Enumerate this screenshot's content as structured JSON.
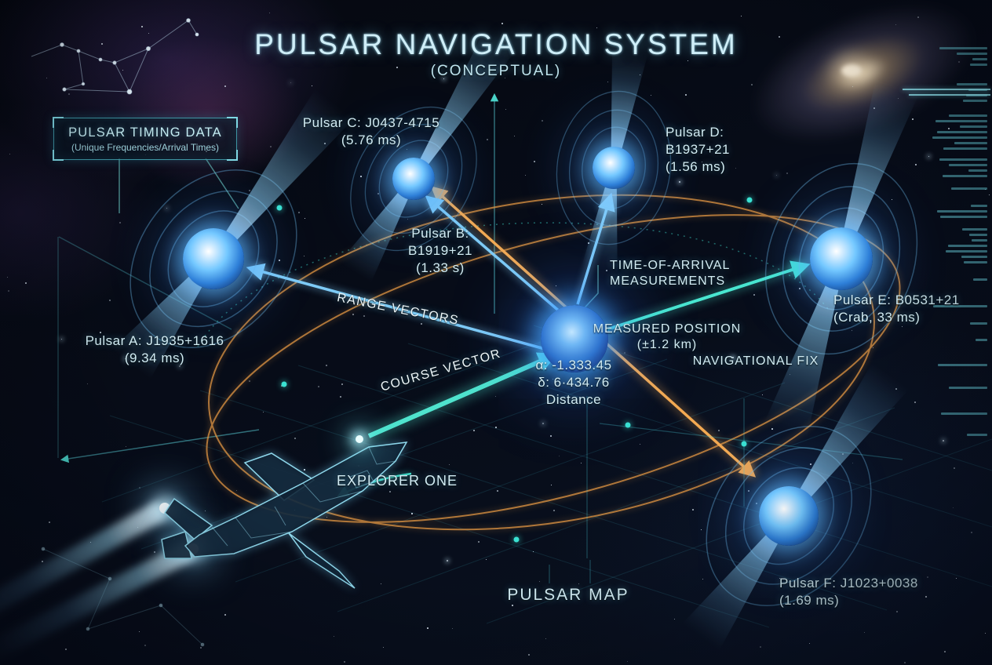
{
  "title": {
    "main": "PULSAR NAVIGATION SYSTEM",
    "subtitle": "(CONCEPTUAL)"
  },
  "timing_box": {
    "line1": "PULSAR TIMING DATA",
    "line2": "(Unique Frequencies/Arrival Times)"
  },
  "pulsars": {
    "a": {
      "line1": "Pulsar A: J1935+1616",
      "line2": "(9.34 ms)"
    },
    "b": {
      "line1": "Pulsar B:",
      "line2": "B1919+21",
      "line3": "(1.33 s)"
    },
    "c": {
      "line1": "Pulsar C: J0437-4715",
      "line2": "(5.76 ms)"
    },
    "d": {
      "line1": "Pulsar D:",
      "line2": "B1937+21",
      "line3": "(1.56 ms)"
    },
    "e": {
      "line1": "Pulsar E: B0531+21",
      "line2": "(Crab, 33 ms)"
    },
    "f": {
      "line1": "Pulsar F: J1023+0038",
      "line2": "(1.69 ms)"
    }
  },
  "annotations": {
    "range_vectors": "RANGE VECTORS",
    "course_vector": "COURSE VECTOR",
    "toa_line1": "TIME-OF-ARRIVAL",
    "toa_line2": "MEASUREMENTS",
    "measured_line1": "MEASURED POSITION",
    "measured_line2": "(±1.2 km)",
    "coord_alpha": "α: -1.333.45",
    "coord_delta": "δ: 6·434.76",
    "coord_distance": "Distance",
    "nav_fix": "NAVIGATIONAL FIX",
    "explorer": "EXPLORER ONE",
    "pulsar_map": "PULSAR MAP"
  },
  "colors": {
    "teal": "#43e6d2",
    "blue": "#7ecbf6",
    "orange": "#f2a64f",
    "text": "#d2ecf4"
  }
}
